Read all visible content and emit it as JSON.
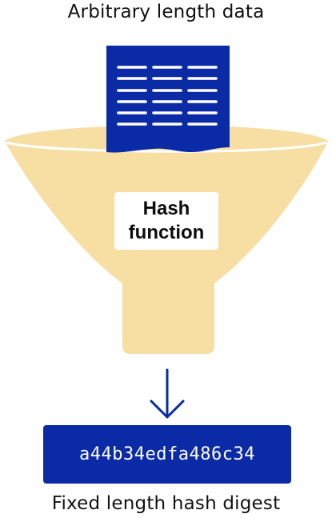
{
  "input_caption": "Arbitrary length data",
  "hash_box": {
    "line1": "Hash",
    "line2": "function"
  },
  "digest_value": "a44b34edfa486c34",
  "output_caption": "Fixed length hash digest",
  "colors": {
    "funnel_fill": "#f7dfa4",
    "document_fill": "#0a2aa6",
    "digest_fill": "#0a2aa6",
    "arrow": "#0a2aa6"
  },
  "icons": {
    "document": "document-icon",
    "funnel": "funnel-icon",
    "arrow": "arrow-down-icon"
  }
}
